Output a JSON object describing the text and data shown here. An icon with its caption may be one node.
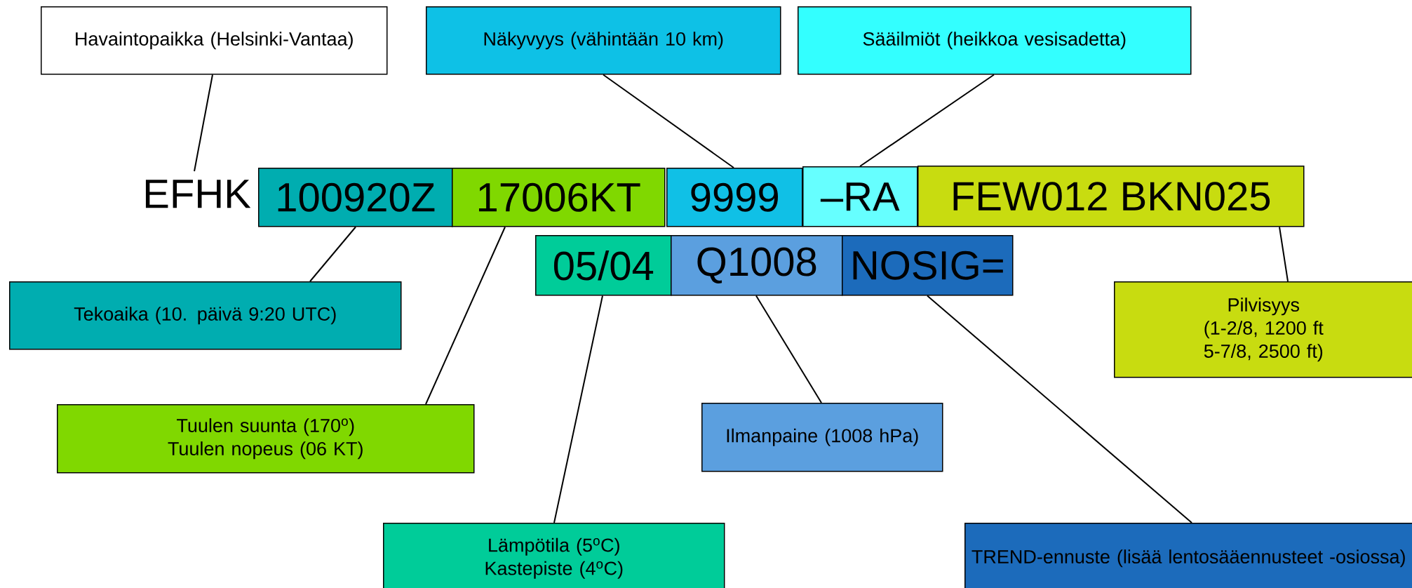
{
  "diagram": {
    "nodes": [
      {
        "text": [
          "Havaintopaikka (Helsinki-Vantaa)"
        ]
      },
      {
        "text": [
          "Näkyvyys (vähintään 10 km)"
        ]
      },
      {
        "text": [
          "Sääilmiöt (heikkoa vesisadetta)"
        ]
      },
      {
        "text": [
          "EFHK"
        ]
      },
      {
        "text": [
          "100920Z"
        ]
      },
      {
        "text": [
          "17006KT"
        ]
      },
      {
        "text": [
          "9999"
        ]
      },
      {
        "text": [
          "–RA"
        ]
      },
      {
        "text": [
          "FEW012 BKN025"
        ]
      },
      {
        "text": [
          "05/04"
        ]
      },
      {
        "text": [
          "Q1008"
        ]
      },
      {
        "text": [
          "NOSIG="
        ]
      },
      {
        "text": [
          "Tekoaika (10. päivä 9:20 UTC)"
        ]
      },
      {
        "text": [
          "Pilvisyys",
          "(1-2/8, 1200 ft",
          "5-7/8, 2500 ft)"
        ]
      },
      {
        "text": [
          "Tuulen suunta (170$^{o}$)",
          "Tuulen nopeus (06 KT)"
        ]
      },
      {
        "text": [
          "Ilmanpaine (1008 hPa)"
        ]
      },
      {
        "text": [
          "Lämpötila (5$^{o}$C)",
          "Kastepiste (4$^{o}$C)"
        ]
      },
      {
        "text": [
          "TREND-ennuste (lisää lentosääennusteet -osiossa)"
        ]
      }
    ],
    "edges": [
      {
        "from": 0,
        "to": 3,
        "arrow": "none"
      },
      {
        "from": 1,
        "to": 6,
        "arrow": "none"
      },
      {
        "from": 2,
        "to": 7,
        "arrow": "none"
      },
      {
        "from": 12,
        "to": 4,
        "arrow": "none"
      },
      {
        "from": 14,
        "to": 5,
        "arrow": "none"
      },
      {
        "from": 13,
        "to": 8,
        "arrow": "none"
      },
      {
        "from": 16,
        "to": 9,
        "arrow": "none"
      },
      {
        "from": 15,
        "to": 10,
        "arrow": "none"
      },
      {
        "from": 17,
        "to": 11,
        "arrow": "none"
      }
    ]
  }
}
